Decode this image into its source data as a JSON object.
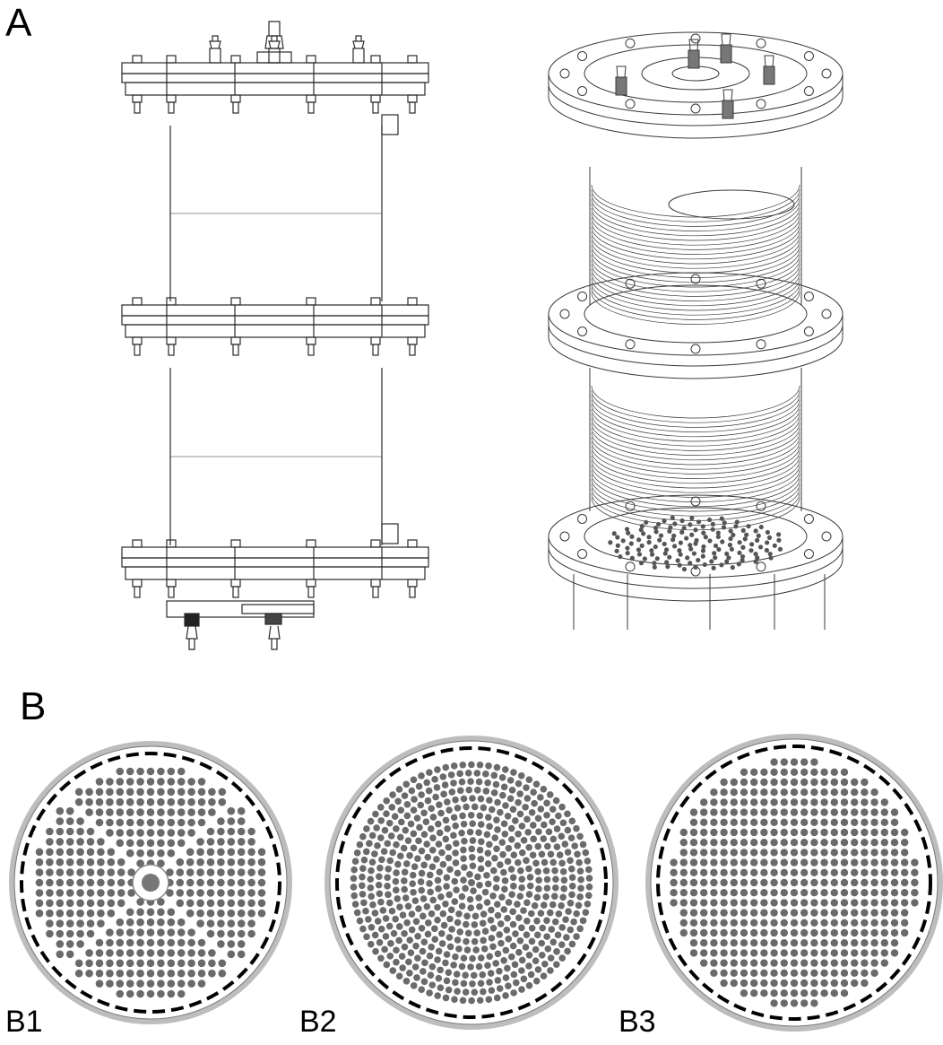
{
  "figure": {
    "panel_a_label": "A",
    "panel_b_label": "B",
    "plates": [
      {
        "label": "B1",
        "pattern": "radial-spokes-center-hole"
      },
      {
        "label": "B2",
        "pattern": "concentric-rings"
      },
      {
        "label": "B3",
        "pattern": "grid-cross"
      }
    ]
  },
  "colors": {
    "line": "#2a2a2a",
    "hole": "#6a6a6a",
    "rim": "#bdbdbd",
    "background": "#ffffff"
  }
}
